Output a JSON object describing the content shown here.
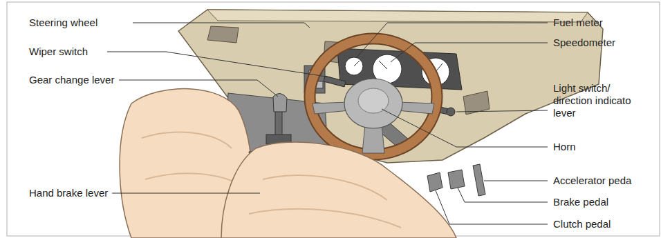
{
  "diagram": {
    "labels": [
      "Steering wheel",
      "Wiper switch",
      "Gear change lever",
      "Hand brake lever",
      "Fuel meter",
      "Speedometer",
      "Light switch/ direction indicato lever",
      "Horn",
      "Accelerator peda",
      "Brake pedal",
      "Clutch pedal"
    ]
  }
}
